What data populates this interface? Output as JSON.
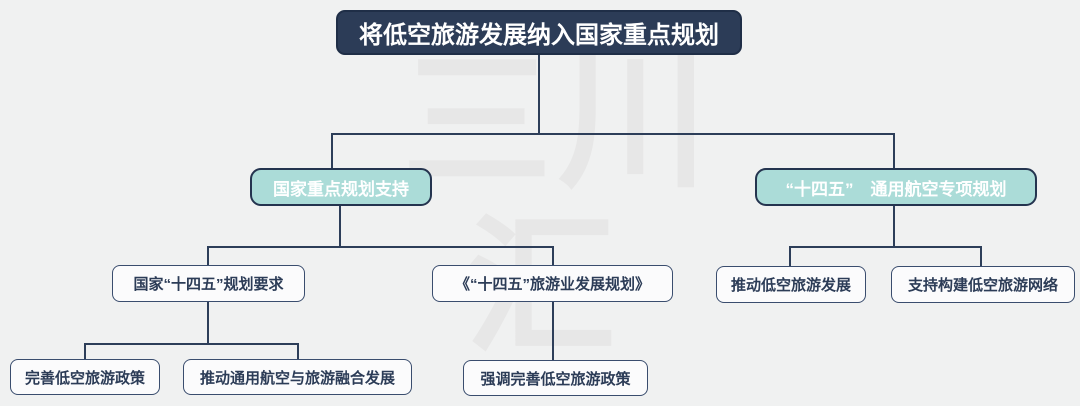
{
  "watermark": {
    "line1": "三川",
    "line2": "汇"
  },
  "colors": {
    "background": "#f0f1f1",
    "root_fill": "#2c3c57",
    "teal_fill": "#abdcd8",
    "light_fill": "#fbfbfc",
    "line": "#2d3e59",
    "text_light": "#ffffff",
    "text_dark": "#2c3c57",
    "watermark": "#e7e7e7"
  },
  "diagram": {
    "root": {
      "label": "将低空旅游发展纳入国家重点规划"
    },
    "branches": [
      {
        "label": "国家重点规划支持",
        "children": [
          {
            "label": "国家“十四五”规划要求",
            "children": [
              {
                "label": "完善低空旅游政策"
              },
              {
                "label": "推动通用航空与旅游融合发展"
              }
            ]
          },
          {
            "label": "《“十四五”旅游业发展规划》",
            "children": [
              {
                "label": "强调完善低空旅游政策"
              }
            ]
          }
        ]
      },
      {
        "label": "“十四五”　通用航空专项规划",
        "children": [
          {
            "label": "推动低空旅游发展"
          },
          {
            "label": "支持构建低空旅游网络"
          }
        ]
      }
    ]
  }
}
